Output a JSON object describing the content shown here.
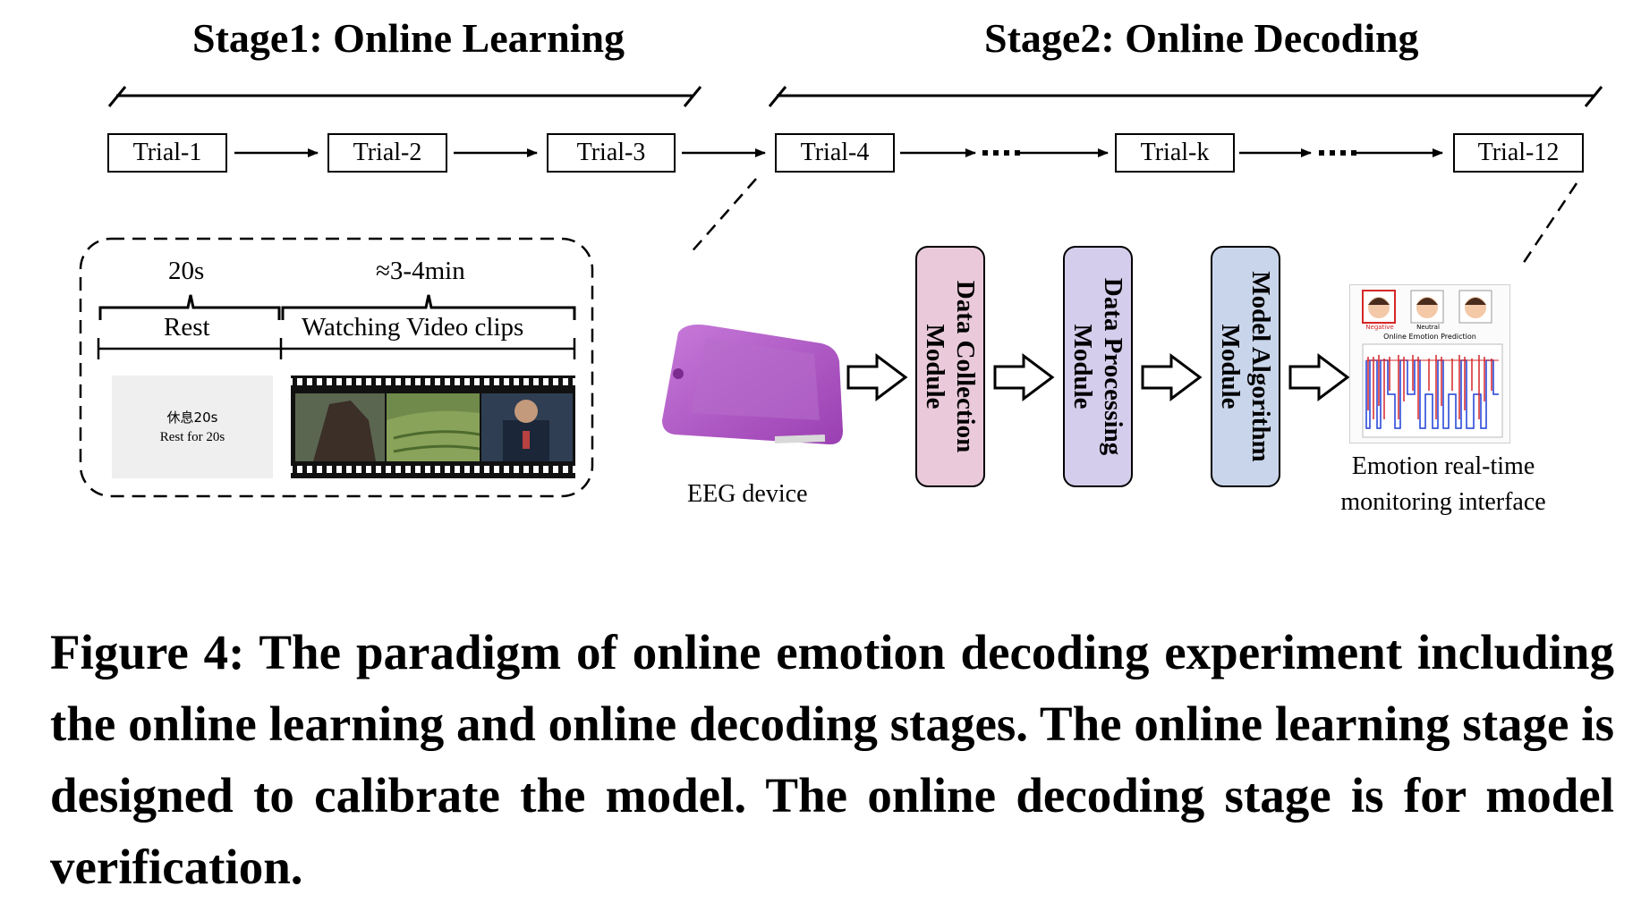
{
  "stages": {
    "stage1_title": "Stage1: Online Learning",
    "stage2_title": "Stage2: Online Decoding"
  },
  "trials": [
    "Trial-1",
    "Trial-2",
    "Trial-3",
    "Trial-4",
    "Trial-k",
    "Trial-12"
  ],
  "learning_detail": {
    "rest_duration": "20s",
    "video_duration": "≈3-4min",
    "rest_label": "Rest",
    "video_label": "Watching Video clips",
    "rest_screen_line1": "休息20s",
    "rest_screen_line2": "Rest for 20s"
  },
  "decoding_pipeline": {
    "device_label": "EEG device",
    "modules": [
      {
        "label": "Data Collection Module",
        "color": "#e9c9da"
      },
      {
        "label": "Data Processing Module",
        "color": "#d5cdec"
      },
      {
        "label": "Model Algorithm Module",
        "color": "#c9d5ea"
      }
    ],
    "interface_label_line1": "Emotion real-time",
    "interface_label_line2": "monitoring interface"
  },
  "monitor_ui": {
    "faces": [
      "Negative",
      "Neutral",
      ""
    ],
    "title": "Online Emotion Prediction"
  },
  "colors": {
    "eeg_device": "#b45bc8",
    "prediction_red": "#d62728",
    "prediction_blue": "#1f3fd6"
  },
  "caption": "Figure 4: The paradigm of online emotion decoding experiment including the online learning and online decoding stages. The online learning stage is designed to calibrate the model. The online decoding stage is for model verification."
}
